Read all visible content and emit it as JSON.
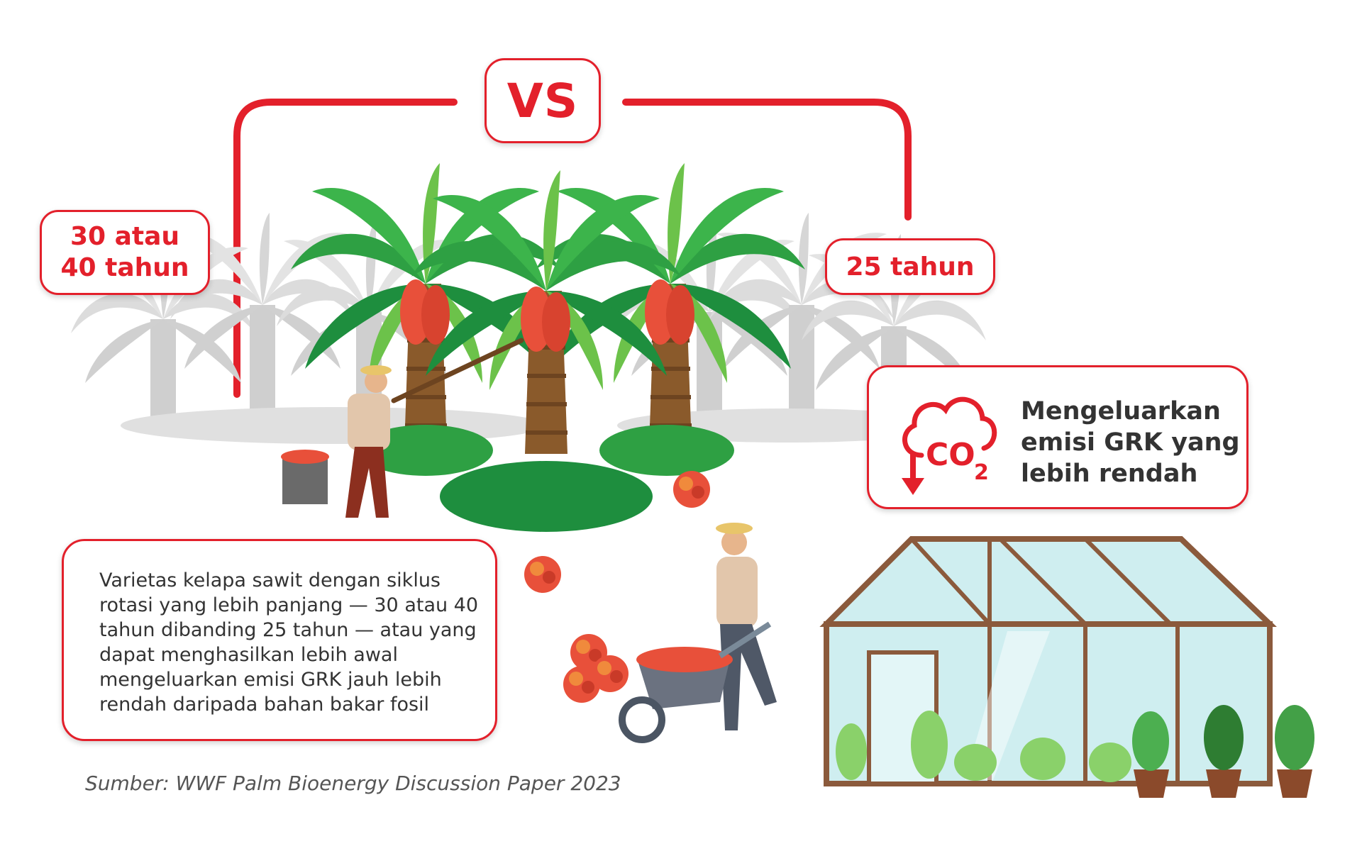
{
  "comparison": {
    "vs_label": "VS",
    "long_cycle_label": "30 atau\n40 tahun",
    "short_cycle_label": "25 tahun"
  },
  "emission": {
    "icon_text": "CO",
    "icon_subscript": "2",
    "text": "Mengeluarkan emisi GRK yang lebih rendah"
  },
  "description": {
    "text": "Varietas kelapa sawit dengan siklus rotasi yang lebih panjang — 30 atau 40 tahun dibanding 25 tahun — atau yang dapat menghasilkan lebih awal mengeluarkan emisi GRK jauh lebih rendah daripada bahan bakar fosil"
  },
  "source": "Sumber: WWF Palm Bioenergy Discussion Paper 2023",
  "colors": {
    "accent": "#e3202b",
    "palm_green": "#2ea043",
    "leaf_light": "#6cc24a",
    "trunk": "#8a5a2b",
    "fruit": "#e8503a",
    "greenhouse_frame": "#8b5a3c",
    "glass": "#cfeef0"
  }
}
